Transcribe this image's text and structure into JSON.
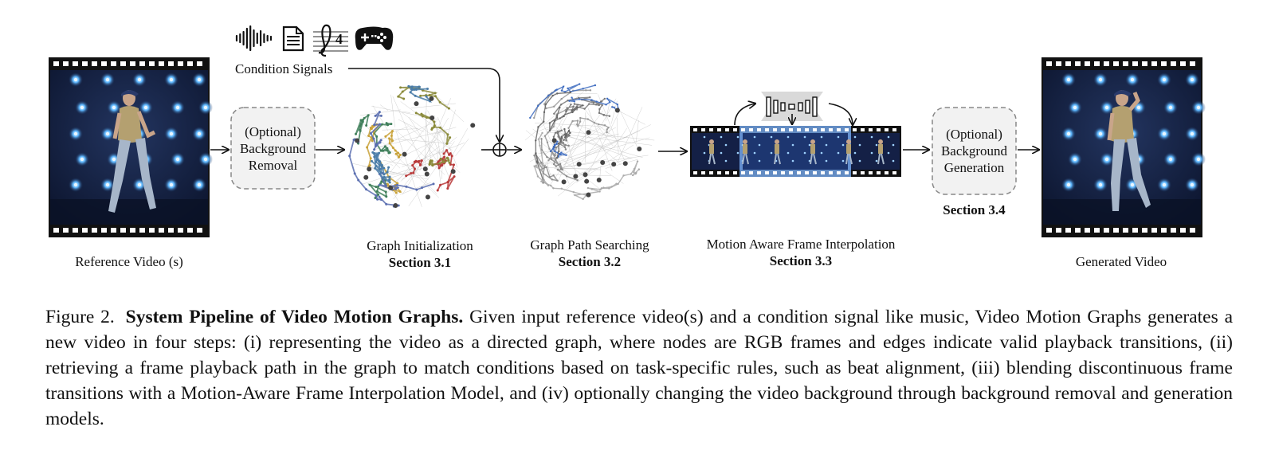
{
  "labels": {
    "condition_signals": "Condition Signals",
    "bg_removal": [
      "(Optional)",
      "Background",
      "Removal"
    ],
    "bg_generation": [
      "(Optional)",
      "Background",
      "Generation"
    ],
    "reference_video": "Reference Video (s)",
    "graph_init": "Graph Initialization",
    "graph_init_section": "Section 3.1",
    "graph_search": "Graph Path Searching",
    "graph_search_section": "Section 3.2",
    "interp": "Motion Aware Frame Interpolation",
    "interp_section": "Section 3.3",
    "bg_gen_section": "Section 3.4",
    "generated_video": "Generated Video"
  },
  "condition_icons": [
    "audio-waveform-icon",
    "document-icon",
    "music-score-icon",
    "gamepad-icon"
  ],
  "colors": {
    "film_frame": "#111111",
    "stage_bg": "#16213f",
    "light_blue": "#5fb8ff",
    "option_box_fill": "#f2f2f2",
    "option_box_border": "#888888",
    "interp_highlight": "#7fb6ff"
  },
  "caption": {
    "figure_number": "Figure 2.",
    "bold_title": "System Pipeline of Video Motion Graphs.",
    "body": "Given input reference video(s) and a condition signal like music, Video Motion Graphs generates a new video in four steps: (i) representing the video as a directed graph, where nodes are RGB frames and edges indicate valid playback transitions, (ii) retrieving a frame playback path in the graph to match conditions based on task-specific rules, such as beat alignment, (iii) blending discontinuous frame transitions with a Motion-Aware Frame Interpolation Model, and (iv) optionally changing the video background through background removal and generation models."
  }
}
